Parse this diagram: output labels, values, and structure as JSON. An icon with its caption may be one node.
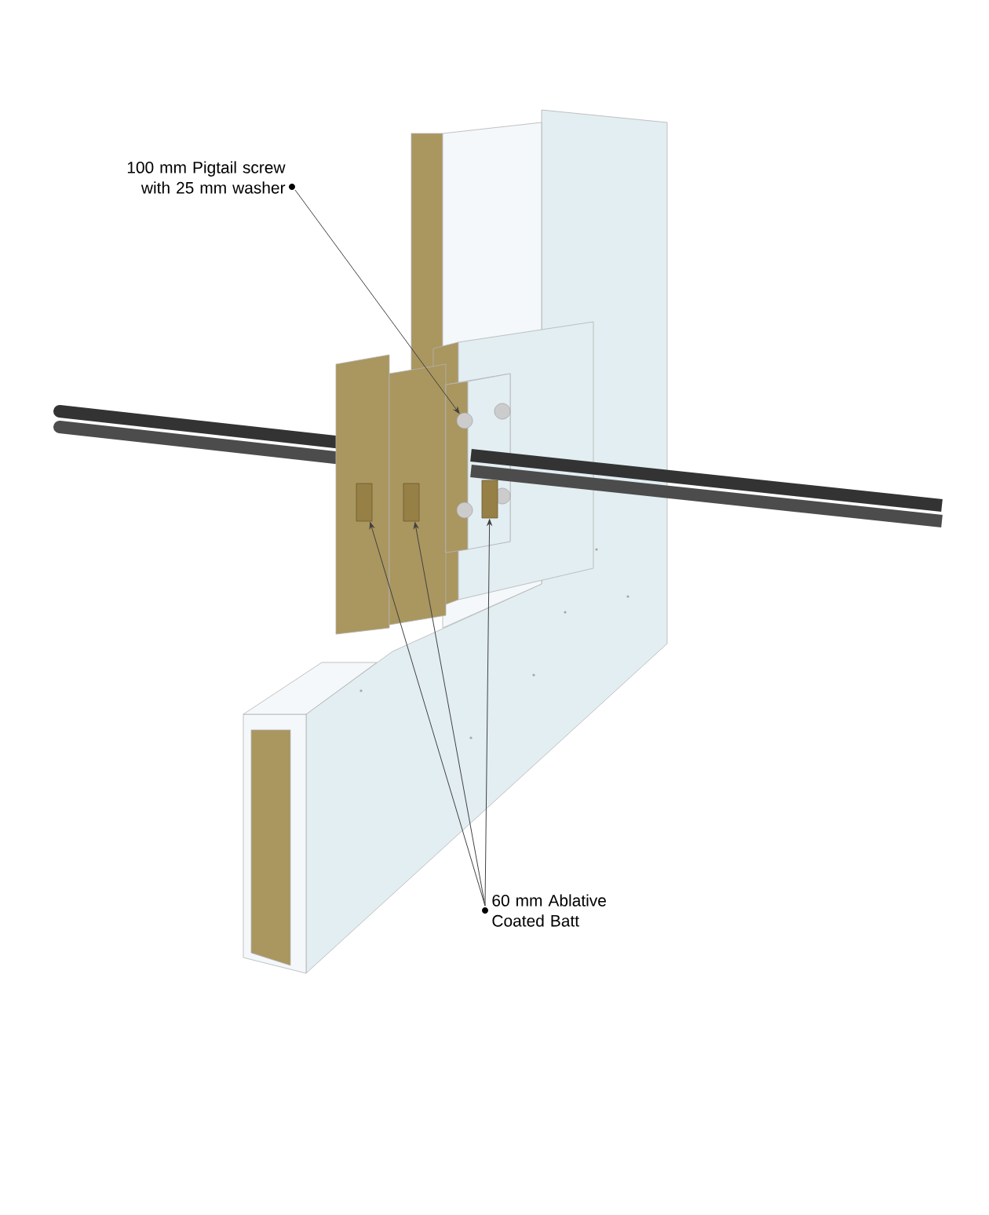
{
  "diagram": {
    "nodes": [
      {
        "text": [
          "100 mm Pigtail screw with 25 mm washer"
        ]
      },
      {
        "text": [],
        "shape": "circle"
      },
      {
        "text": [
          "60 mm Ablative Coated Batt"
        ]
      },
      {
        "text": [],
        "shape": "box"
      },
      {
        "text": [],
        "shape": "box"
      },
      {
        "text": [],
        "shape": "box"
      }
    ],
    "edges": [
      {
        "from": 0,
        "to": 1,
        "arrow": "to"
      },
      {
        "from": 2,
        "to": 3,
        "arrow": "to"
      },
      {
        "from": 2,
        "to": 4,
        "arrow": "to"
      },
      {
        "from": 2,
        "to": 5,
        "arrow": "to"
      }
    ]
  }
}
